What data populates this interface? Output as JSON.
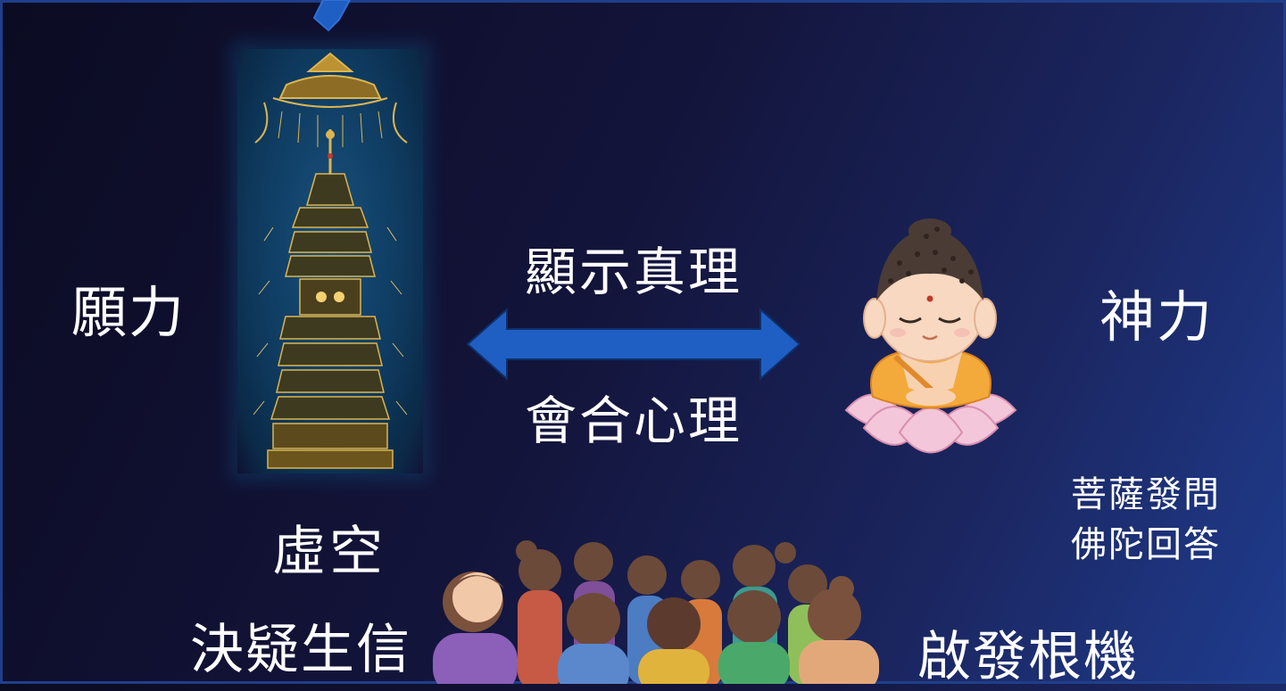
{
  "slide": {
    "labels": {
      "wish_power": "願力",
      "divine_power": "神力",
      "reveal_truth": "顯示真理",
      "fit_mind": "會合心理",
      "void": "虛空",
      "bodhisattva_asks": "菩薩發問",
      "buddha_answers": "佛陀回答",
      "resolve_doubt": "決疑生信",
      "inspire_faculties": "啟發根機"
    }
  },
  "colors": {
    "text": "#ffffff",
    "arrow": "#1f5fc4",
    "frame": "#1f3f8a",
    "robe": "#f4a93b",
    "lotus": "#f3c6d9",
    "hair": "#4a3b35",
    "gold": "#d9b55a"
  },
  "icons": {
    "arrow_top": "down-left-arrow-icon",
    "double_arrow": "double-headed-arrow-icon",
    "pagoda": "pagoda-embroidery-image",
    "buddha": "buddha-on-lotus-illustration",
    "crowd": "audience-crowd-illustration"
  }
}
